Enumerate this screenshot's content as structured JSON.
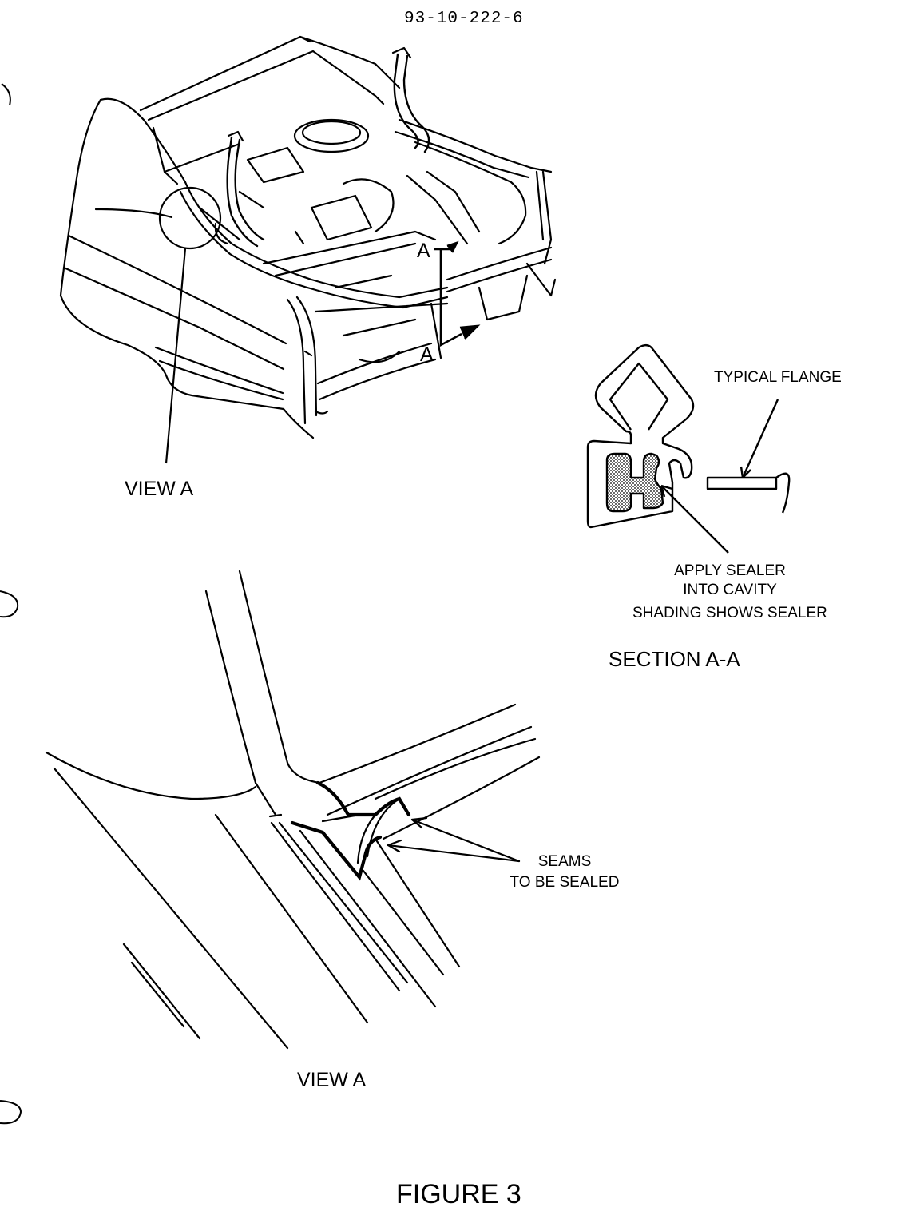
{
  "doc_number": "93-10-222-6",
  "labels": {
    "view_a_top": "VIEW A",
    "section_marker_a_upper": "A",
    "section_marker_a_lower": "A",
    "typical_flange": "TYPICAL FLANGE",
    "apply_sealer_1": "APPLY SEALER",
    "apply_sealer_2": "INTO CAVITY",
    "shading_note": "SHADING SHOWS SEALER",
    "section_title": "SECTION A-A",
    "seams_1": "SEAMS",
    "seams_2": "TO BE SEALED",
    "view_a_bottom": "VIEW A",
    "figure_title": "FIGURE 3"
  },
  "colors": {
    "ink": "#000000",
    "paper": "#ffffff",
    "sealer_shade": "#9a9a9a"
  }
}
